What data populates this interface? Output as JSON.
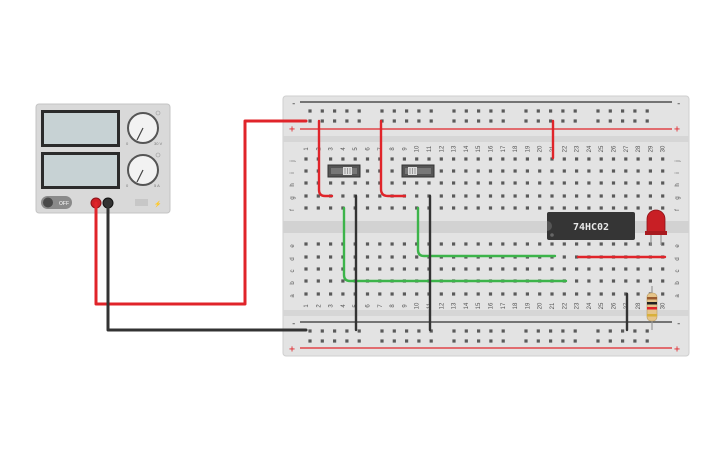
{
  "power_supply": {
    "switch_label": "OFF",
    "knob_labels": [
      "0",
      "30 V",
      "0",
      "5 A"
    ],
    "display_values": [
      "",
      ""
    ]
  },
  "breadboard": {
    "columns": [
      "1",
      "2",
      "3",
      "4",
      "5",
      "6",
      "7",
      "8",
      "9",
      "10",
      "11",
      "12",
      "13",
      "14",
      "15",
      "16",
      "17",
      "18",
      "19",
      "20",
      "21",
      "22",
      "23",
      "24",
      "25",
      "26",
      "27",
      "28",
      "29",
      "30"
    ],
    "rows_top": [
      "j",
      "i",
      "h",
      "g",
      "f"
    ],
    "rows_bottom": [
      "e",
      "d",
      "c",
      "b",
      "a"
    ],
    "rail_plus": "+",
    "rail_minus": "-"
  },
  "ic": {
    "label": "74HC02"
  },
  "colors": {
    "wire_red": "#e0242a",
    "wire_black": "#333333",
    "wire_green": "#3cb44a",
    "led": "#c81f25",
    "breadboard": "#e3e3e3",
    "supply_body": "#d9d9d9"
  }
}
